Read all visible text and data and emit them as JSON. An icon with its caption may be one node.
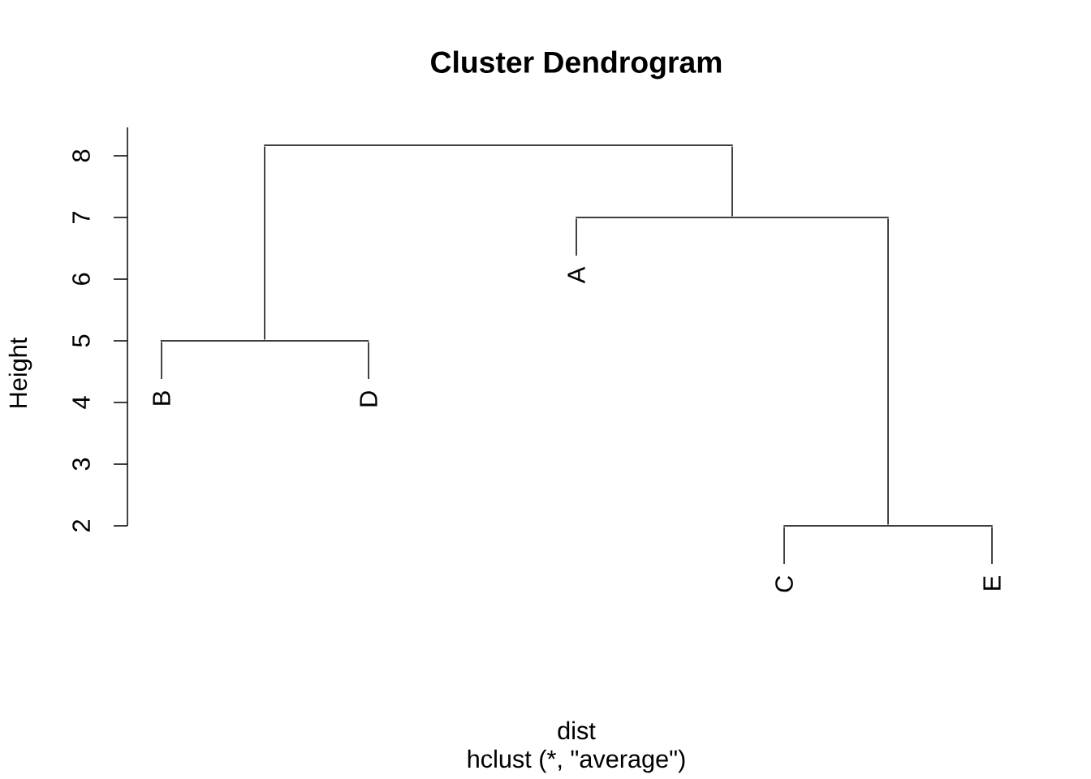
{
  "diagram": {
    "title": "Cluster Dendrogram",
    "nodes": [
      {
        "text": [],
        "shape": "bar"
      },
      {
        "text": [],
        "shape": "bar"
      },
      {
        "text": [],
        "shape": "bar"
      },
      {
        "text": [],
        "shape": "bar"
      },
      {
        "text": [
          "B"
        ]
      },
      {
        "text": [
          "D"
        ]
      },
      {
        "text": [
          "A"
        ]
      },
      {
        "text": [
          "C"
        ]
      },
      {
        "text": [
          "E"
        ]
      }
    ],
    "edges": [
      {
        "from": 0,
        "to": 1,
        "arrow": "none"
      },
      {
        "from": 0,
        "to": 2,
        "arrow": "none"
      },
      {
        "from": 1,
        "to": 4,
        "arrow": "none"
      },
      {
        "from": 1,
        "to": 5,
        "arrow": "none"
      },
      {
        "from": 2,
        "to": 6,
        "arrow": "none"
      },
      {
        "from": 2,
        "to": 3,
        "arrow": "none"
      },
      {
        "from": 3,
        "to": 7,
        "arrow": "none"
      },
      {
        "from": 3,
        "to": 8,
        "arrow": "none"
      }
    ],
    "labels": [
      "Height",
      "2",
      "3",
      "4",
      "5",
      "6",
      "7",
      "8",
      "dist",
      "hclust (*, \"average\")"
    ]
  }
}
